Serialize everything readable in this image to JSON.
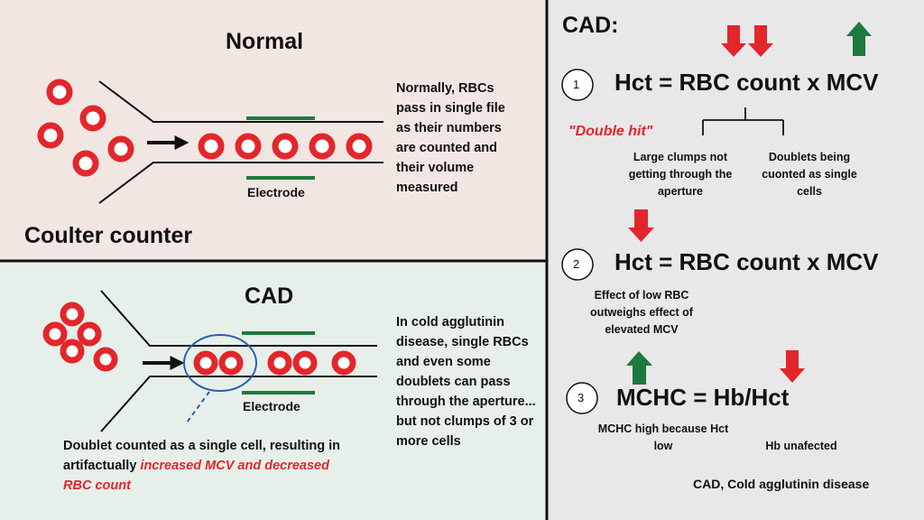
{
  "normal": {
    "title": "Normal",
    "subtitle": "Coulter counter",
    "description": "Normally, RBCs pass in single file as their numbers are counted and their volume measured",
    "electrode_label": "Electrode"
  },
  "cad_panel": {
    "title": "CAD",
    "electrode_label": "Electrode",
    "description": "In cold agglutinin disease, single RBCs and even some doublets can pass through the aperture... but not clumps of 3 or more cells",
    "doublet_note_plain": "Doublet counted as a single cell, resulting in artifactually ",
    "doublet_note_red": "increased MCV and decreased RBC count"
  },
  "right": {
    "heading": "CAD:",
    "step1": {
      "number": "1",
      "equation": "Hct = RBC count x MCV",
      "double_hit": "\"Double hit\"",
      "reason_left": "Large clumps not getting through the aperture",
      "reason_right": "Doublets being cuonted as single cells"
    },
    "step2": {
      "number": "2",
      "equation": "Hct = RBC count x MCV",
      "note": "Effect of  low RBC outweighs effect of elevated MCV"
    },
    "step3": {
      "number": "3",
      "equation": "MCHC = Hb/Hct",
      "note_left": "MCHC high because Hct low",
      "note_right": "Hb unafected"
    },
    "footnote": "CAD, Cold agglutinin disease"
  },
  "colors": {
    "normal_bg": "#f2e6e3",
    "cad_bg": "#e6efe9",
    "right_bg": "#e8e8e8",
    "rbc_red": "#e3262b",
    "up_green": "#1e7a3c",
    "electrode_green": "#1e7a3c",
    "circle_blue": "#2b5fa8"
  }
}
